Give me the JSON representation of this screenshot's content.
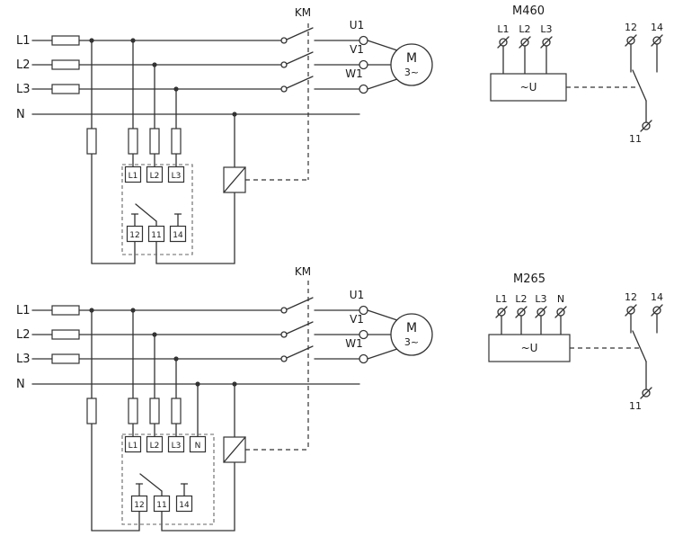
{
  "colors": {
    "stroke": "#333333",
    "background": "#ffffff"
  },
  "top": {
    "phases": [
      "L1",
      "L2",
      "L3",
      "N"
    ],
    "km": "KM",
    "motor_terms": [
      "U1",
      "V1",
      "W1"
    ],
    "motor": {
      "letter": "M",
      "sym": "3~"
    },
    "relay_in": [
      "L1",
      "L2",
      "L3"
    ],
    "relay_out": [
      "12",
      "11",
      "14"
    ],
    "module": {
      "title": "M460",
      "inputs": [
        "L1",
        "L2",
        "L3"
      ],
      "unit": "~U",
      "contacts": [
        "12",
        "14",
        "11"
      ]
    }
  },
  "bottom": {
    "phases": [
      "L1",
      "L2",
      "L3",
      "N"
    ],
    "km": "KM",
    "motor_terms": [
      "U1",
      "V1",
      "W1"
    ],
    "motor": {
      "letter": "M",
      "sym": "3~"
    },
    "relay_in": [
      "L1",
      "L2",
      "L3",
      "N"
    ],
    "relay_out": [
      "12",
      "11",
      "14"
    ],
    "module": {
      "title": "M265",
      "inputs": [
        "L1",
        "L2",
        "L3",
        "N"
      ],
      "unit": "~U",
      "contacts": [
        "12",
        "14",
        "11"
      ]
    }
  }
}
